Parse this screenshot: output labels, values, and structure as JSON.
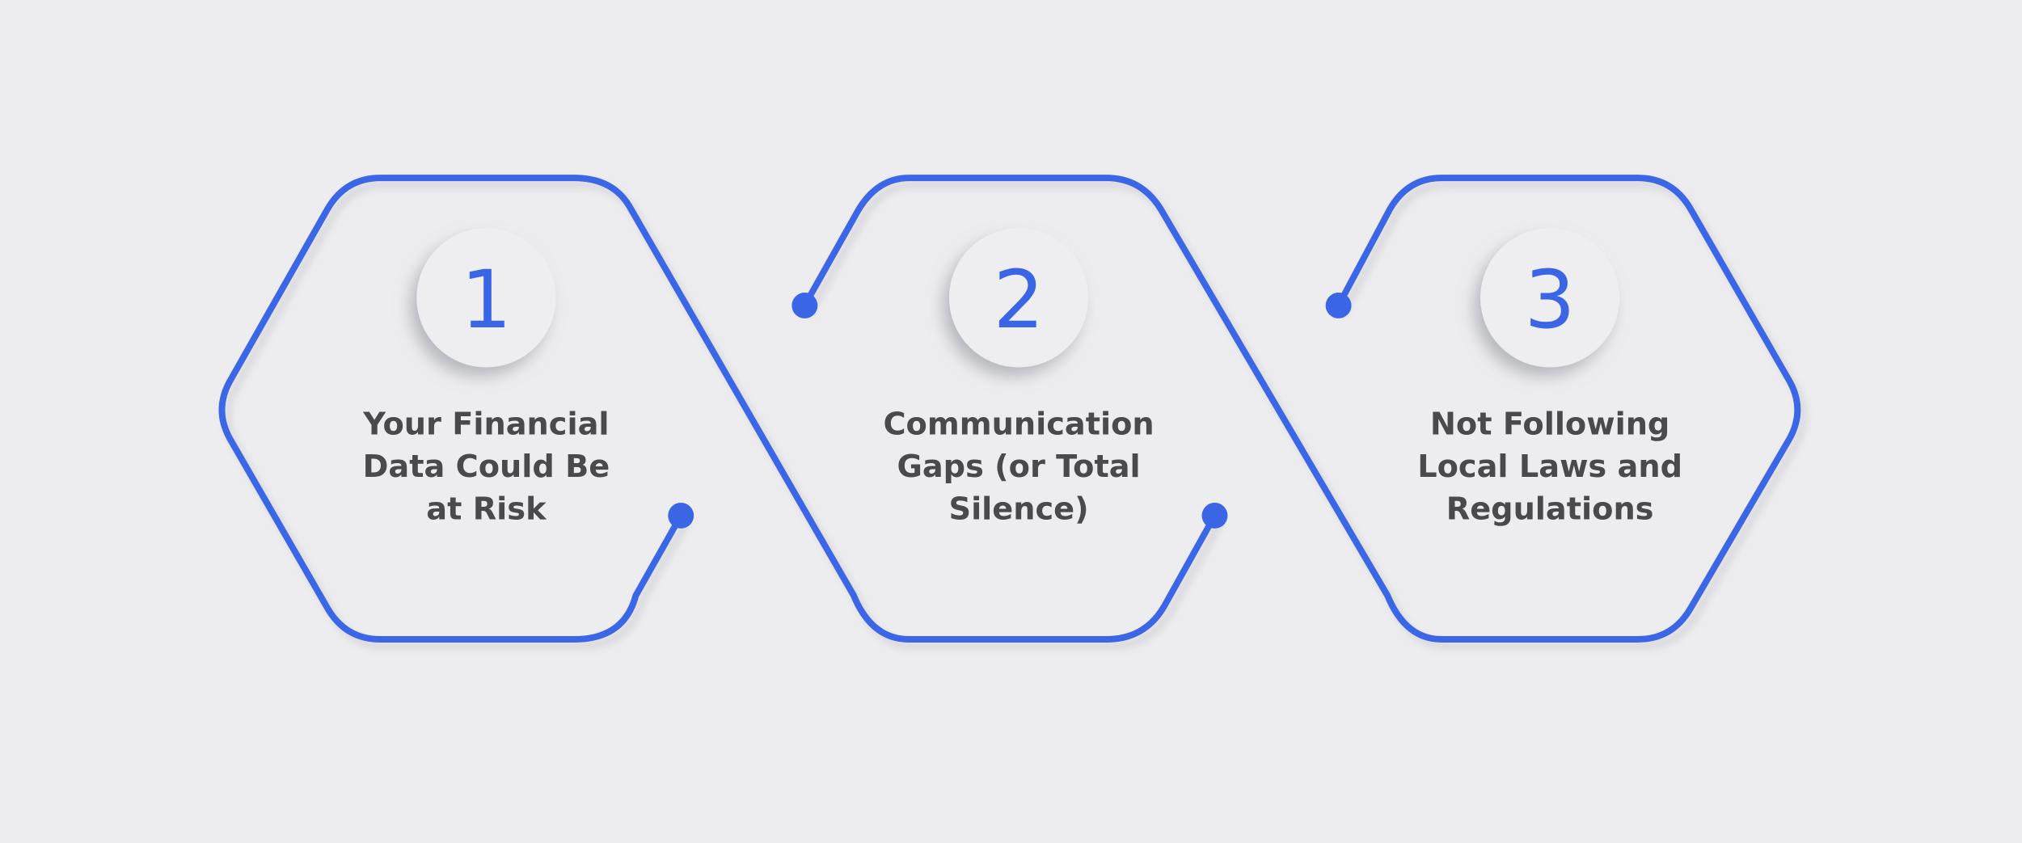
{
  "colors": {
    "accent": "#3a66e6",
    "background": "#ededef",
    "text": "#4a4a4c"
  },
  "steps": [
    {
      "number": "1",
      "lines": [
        "Your Financial",
        "Data Could Be",
        "at Risk"
      ]
    },
    {
      "number": "2",
      "lines": [
        "Communication",
        "Gaps (or Total",
        "Silence)"
      ]
    },
    {
      "number": "3",
      "lines": [
        "Not Following",
        "Local Laws and",
        "Regulations"
      ]
    }
  ]
}
